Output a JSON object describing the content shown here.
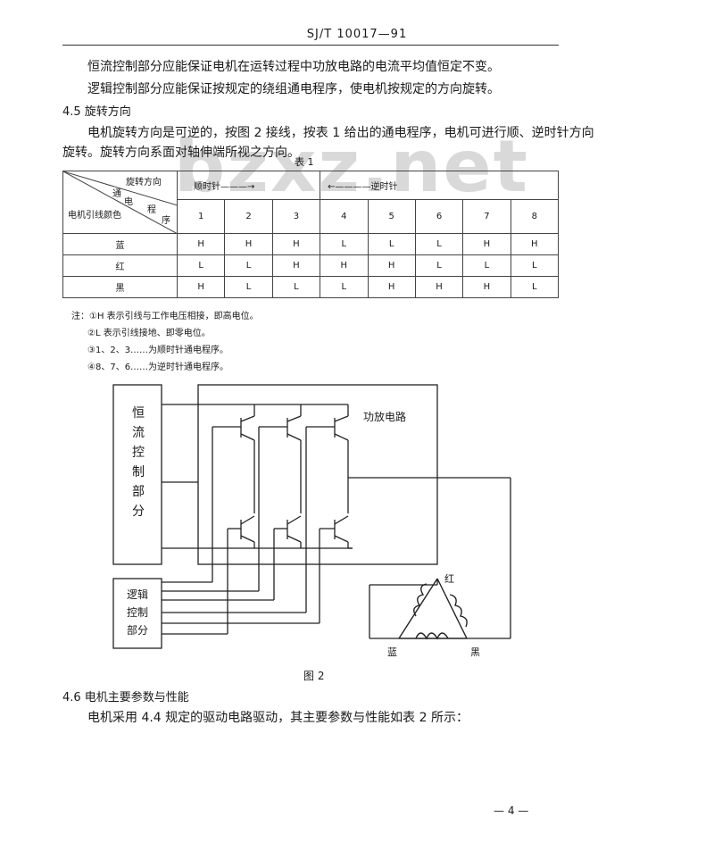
{
  "header": "SJ/T 10017—91",
  "paragraphs": {
    "p1": "恒流控制部分应能保证电机在运转过程中功放电路的电流平均值恒定不变。",
    "p2": "逻辑控制部分应能保证按规定的绕组通电程序，使电机按规定的方向旋转。",
    "sec45": "4.5  旋转方向",
    "p3": "电机旋转方向是可逆的，按图 2 接线，按表 1 给出的通电程序，电机可进行顺、逆时针方向",
    "p4": "旋转。旋转方向系面对轴伸端所视之方向。"
  },
  "watermark": "bzxz.net",
  "table1": {
    "caption": "表 1",
    "diag": {
      "rotation": "旋转方向",
      "tong": "通",
      "dian": "电",
      "cheng": "程",
      "xu": "序",
      "lead": "电机引线颜色"
    },
    "cw": "顺时针———→",
    "ccw": "←————逆时针",
    "steps": [
      "1",
      "2",
      "3",
      "4",
      "5",
      "6",
      "7",
      "8"
    ],
    "rows": [
      {
        "color": "蓝",
        "values": [
          "H",
          "H",
          "H",
          "L",
          "L",
          "L",
          "H",
          "H"
        ]
      },
      {
        "color": "红",
        "values": [
          "L",
          "L",
          "H",
          "H",
          "H",
          "L",
          "L",
          "L"
        ]
      },
      {
        "color": "黑",
        "values": [
          "H",
          "L",
          "L",
          "L",
          "H",
          "H",
          "H",
          "L"
        ]
      }
    ]
  },
  "notes": [
    "注：①H 表示引线与工作电压相接，即高电位。",
    "②L 表示引线接地、即零电位。",
    "③1、2、3……为顺时针通电程序。",
    "④8、7、6……为逆时针通电程序。"
  ],
  "figure2": {
    "constant_current": [
      "恒",
      "流",
      "控",
      "制",
      "部",
      "分"
    ],
    "logic": [
      "逻辑",
      "控制",
      "部分"
    ],
    "power_amp": "功放电路",
    "red": "红",
    "blue": "蓝",
    "black": "黑",
    "caption": "图 2"
  },
  "sec46": "4.6  电机主要参数与性能",
  "p5": "电机采用 4.4 规定的驱动电路驱动，其主要参数与性能如表 2 所示：",
  "page_number": "— 4 —"
}
